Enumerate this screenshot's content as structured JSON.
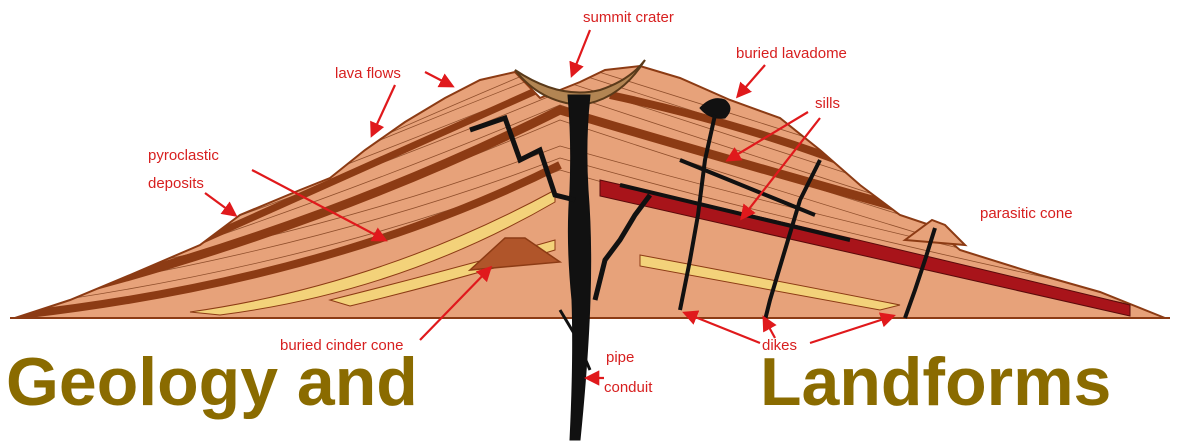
{
  "diagram": {
    "labels": {
      "summit_crater": "summit crater",
      "buried_lavadome": "buried lavadome",
      "lava_flows": "lava flows",
      "sills": "sills",
      "pyroclastic_line1": "pyroclastic",
      "pyroclastic_line2": "deposits",
      "parasitic_cone": "parasitic cone",
      "buried_cinder_cone": "buried cinder cone",
      "pipe_line1": "pipe",
      "pipe_line2": "conduit",
      "dikes": "dikes"
    },
    "title_left": "Geology and",
    "title_right": "Landforms"
  },
  "colors": {
    "layer_light": "#e7a27a",
    "layer_dark": "#8c3b14",
    "layer_yellow": "#f3d27a",
    "layer_red": "#a8141a",
    "crater_fill": "#b28553",
    "magma": "#111111",
    "arrow": "#e0191c",
    "title": "#8a6b00"
  }
}
